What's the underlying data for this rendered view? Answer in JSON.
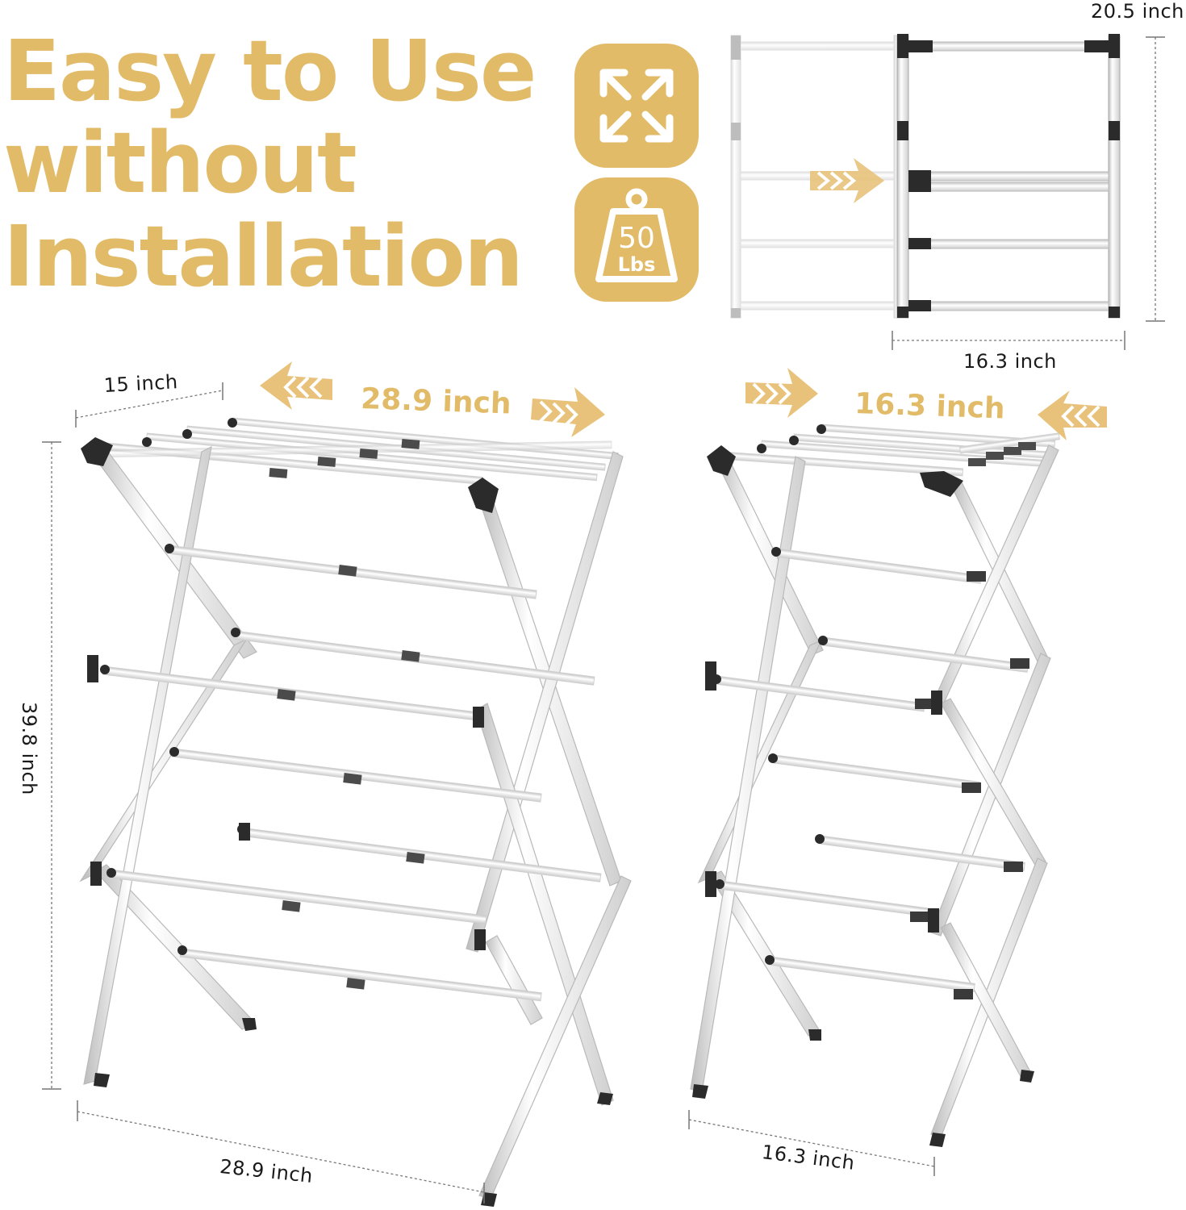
{
  "headline": {
    "line1": "Easy to Use",
    "line2": "without",
    "line3": "Installation"
  },
  "badges": {
    "expand_icon": "expand-arrows-icon",
    "weight_icon": "weight-icon",
    "weight_value": "50",
    "weight_unit": "Lbs"
  },
  "dimensions": {
    "small_height": "20.5 inch",
    "small_width": "16.3 inch",
    "depth": "15 inch",
    "expanded_width_top": "28.9 inch",
    "height": "39.8 inch",
    "expanded_width_bottom": "28.9 inch",
    "folded_width_top": "16.3 inch",
    "folded_width_bottom": "16.3 inch"
  },
  "colors": {
    "accent_gold": "#e2bb69",
    "frame_white": "#f2f2f2",
    "joint_black": "#2b2b2b",
    "sleeve_gray": "#5a5a5a"
  }
}
